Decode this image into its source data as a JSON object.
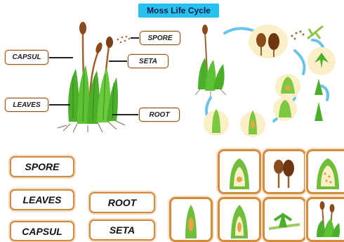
{
  "title": "Moss Life Cycle",
  "diagram_labels": {
    "spore": "SPORE",
    "capsul": "CAPSUL",
    "seta": "SETA",
    "leaves": "LEAVES",
    "root": "ROOT"
  },
  "answer_tiles": {
    "spore": "SPORE",
    "leaves": "LEAVES",
    "root": "ROOT",
    "capsul": "CAPSUL",
    "seta": "SETA"
  },
  "colors": {
    "title_bg": "#27c0ef",
    "card_border": "#d58b3e",
    "moss_green": "#4caf2a",
    "capsule_brown": "#8b4a1c",
    "cycle_arrow": "#6cc3ea",
    "circle_fill": "#fbefc8"
  },
  "icons": [
    "moss-plant",
    "spore-capsule",
    "archegonium",
    "antheridium",
    "protonema",
    "gametophyte",
    "sporophyte"
  ]
}
